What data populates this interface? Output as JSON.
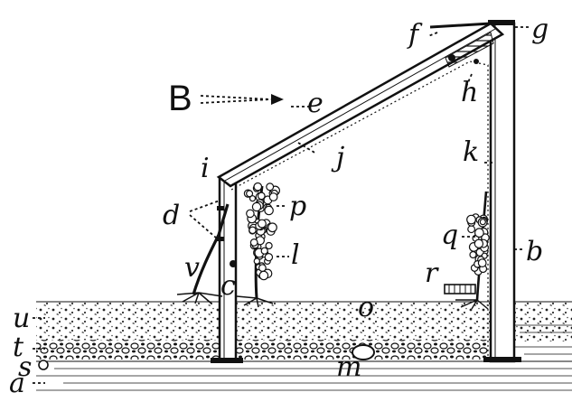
{
  "labels": {
    "B": "B",
    "e": "e",
    "f": "f",
    "g": "g",
    "h": "h",
    "i": "i",
    "j": "j",
    "k": "k",
    "d": "d",
    "p": "p",
    "l": "l",
    "q": "q",
    "b": "b",
    "v": "v",
    "r": "r",
    "u": "u",
    "c": "c",
    "o": "o",
    "t": "t",
    "s": "s",
    "m": "m",
    "a": "a"
  },
  "colors": {
    "ink": "#111111",
    "paper": "#ffffff"
  }
}
